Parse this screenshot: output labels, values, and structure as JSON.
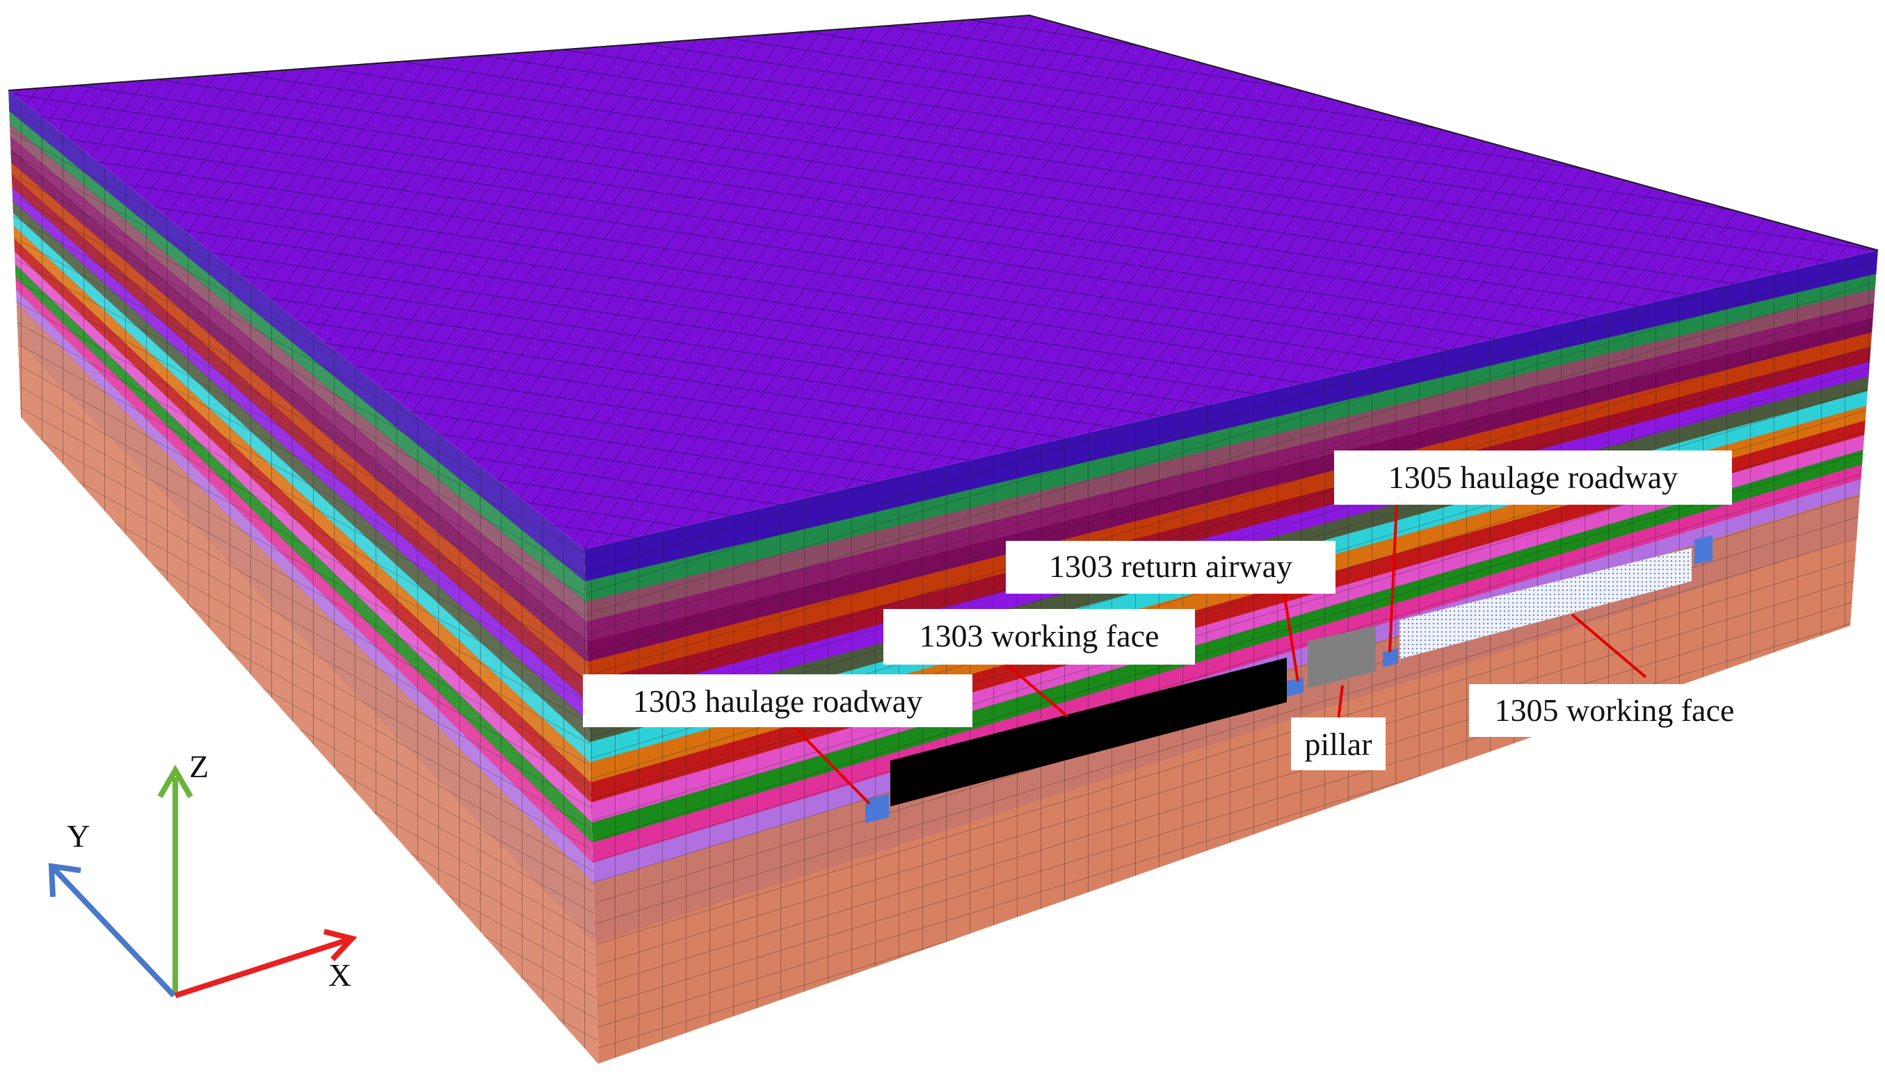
{
  "labels": {
    "haulage_1305": "1305 haulage roadway",
    "return_1303": "1303 return airway",
    "working_1303": "1303 working face",
    "haulage_1303": "1303 haulage roadway",
    "pillar": "pillar",
    "working_1305": "1305 working face"
  },
  "axes": {
    "x": "X",
    "y": "Y",
    "z": "Z"
  },
  "colors": {
    "top_surface": "#7a10d8",
    "top_layer": "#3a0fb0",
    "mesh_line": "#1a1a1a",
    "label_leader": "#e00000",
    "axis_x": "#e82020",
    "axis_y": "#4a78c8",
    "axis_z": "#6ab43a",
    "working_face_1303": "#000000",
    "working_face_1305": "#e8eef8",
    "pillar": "#808080",
    "roadway": "#4a78d8"
  },
  "strata_colors": [
    "#3a0fb0",
    "#1f8a4a",
    "#8b4b62",
    "#8a1a6a",
    "#7a0a5a",
    "#c23a0a",
    "#a01028",
    "#8a18e0",
    "#4b5a3c",
    "#2ed0d8",
    "#d87010",
    "#c01818",
    "#e050c8",
    "#1a8a1a",
    "#e0309a",
    "#b070e0",
    "#c8786a",
    "#d88062"
  ]
}
